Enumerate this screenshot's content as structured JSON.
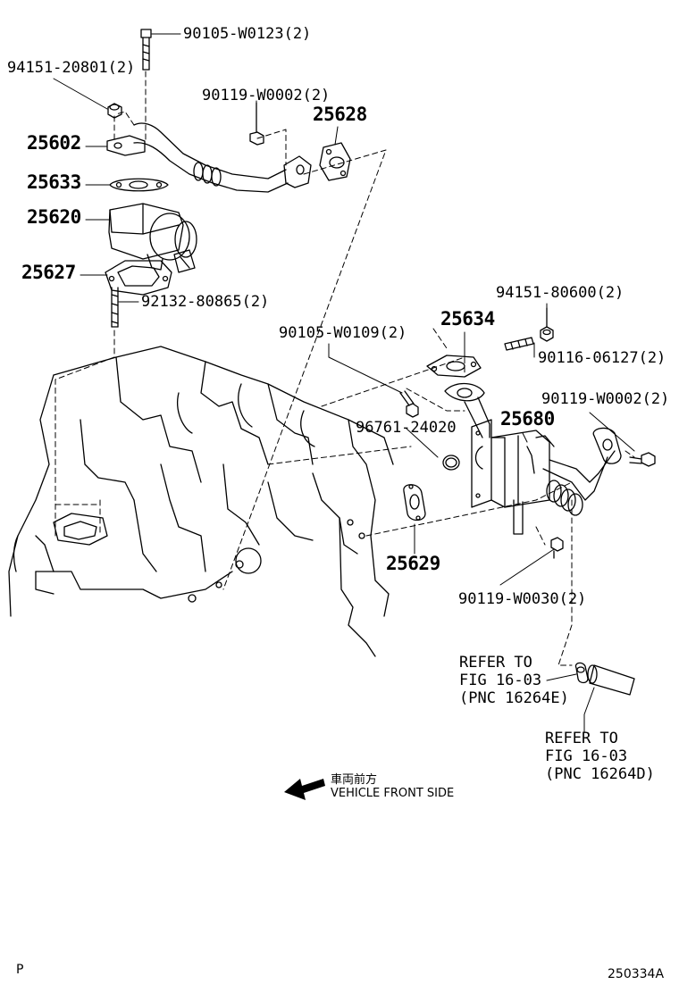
{
  "labels": {
    "p90105_w0123": "90105-W0123(2)",
    "p94151_20801": "94151-20801(2)",
    "p90119_w0002_a": "90119-W0002(2)",
    "p25628": "25628",
    "p25602": "25602",
    "p25633": "25633",
    "p25620": "25620",
    "p25627": "25627",
    "p92132_80865": "92132-80865(2)",
    "p94151_80600": "94151-80600(2)",
    "p25634": "25634",
    "p90105_w0109": "90105-W0109(2)",
    "p90116_06127": "90116-06127(2)",
    "p90119_w0002_b": "90119-W0002(2)",
    "p96761_24020": "96761-24020",
    "p25680": "25680",
    "p25629": "25629",
    "p90119_w0030": "90119-W0030(2)"
  },
  "refer_a": {
    "line1": "REFER TO",
    "line2": "FIG 16-03",
    "line3": "(PNC 16264E)"
  },
  "refer_b": {
    "line1": "REFER TO",
    "line2": "FIG 16-03",
    "line3": "(PNC 16264D)"
  },
  "direction": {
    "japanese": "車両前方",
    "english": "VEHICLE FRONT SIDE"
  },
  "footer": {
    "left": "P",
    "right": "250334A"
  }
}
